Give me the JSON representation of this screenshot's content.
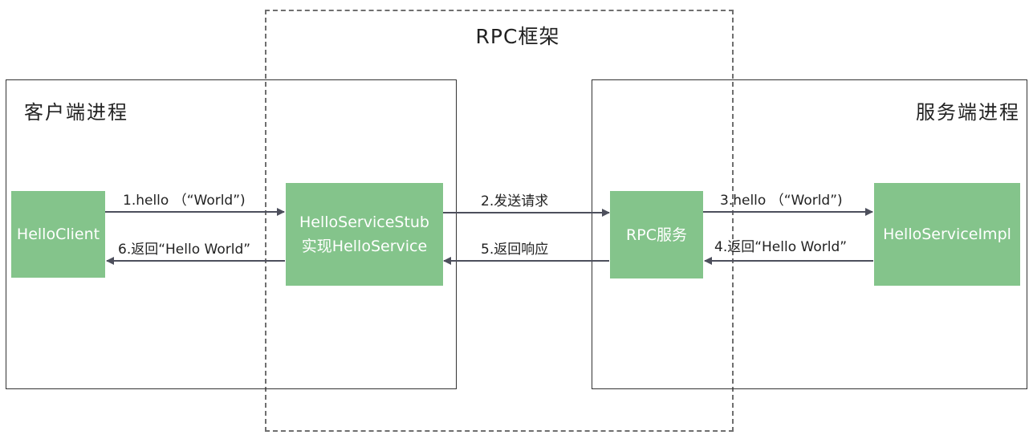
{
  "frame": {
    "title": "RPC框架"
  },
  "processes": {
    "client": {
      "title": "客户端进程"
    },
    "server": {
      "title": "服务端进程"
    }
  },
  "nodes": {
    "hello_client": {
      "label": "HelloClient"
    },
    "stub": {
      "line1": "HelloServiceStub",
      "line2": "实现HelloService"
    },
    "rpc_service": {
      "label": "RPC服务"
    },
    "impl": {
      "label": "HelloServiceImpl"
    }
  },
  "edges": {
    "step1": {
      "label": "1.hello （“World”)"
    },
    "step2": {
      "label": "2.发送请求"
    },
    "step3": {
      "label": "3.hello （“World”)"
    },
    "step4": {
      "label": "4.返回“Hello World”"
    },
    "step5": {
      "label": "5.返回响应"
    },
    "step6": {
      "label": "6.返回“Hello World”"
    }
  },
  "colors": {
    "node_fill": "#84c48b",
    "node_text": "#ffffff",
    "arrow": "#4d4f5c",
    "frame_border": "#6f6f6f",
    "process_border": "#333333"
  }
}
